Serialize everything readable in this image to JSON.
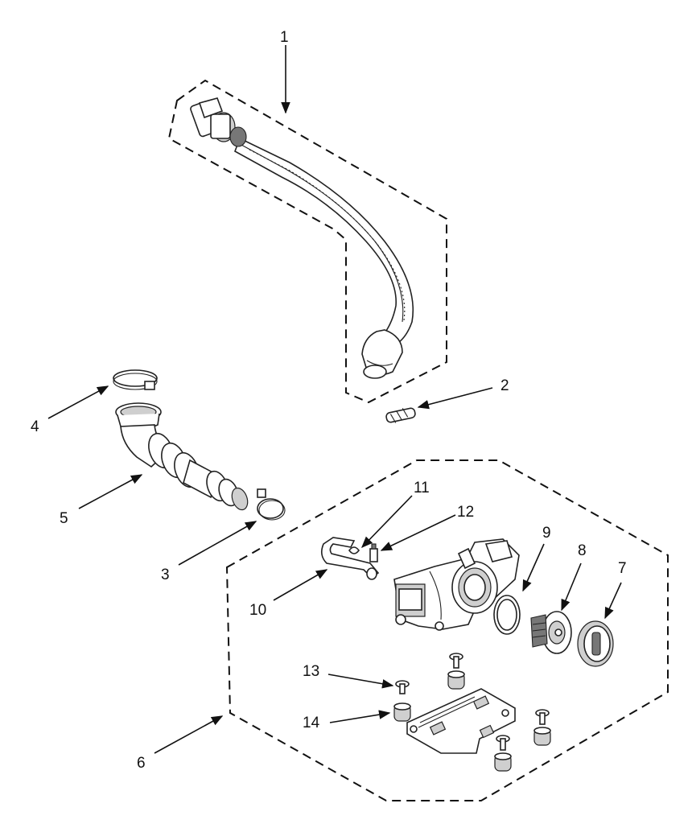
{
  "callouts": {
    "c1": "1",
    "c2": "2",
    "c3": "3",
    "c4": "4",
    "c5": "5",
    "c6": "6",
    "c7": "7",
    "c8": "8",
    "c9": "9",
    "c10": "10",
    "c11": "11",
    "c12": "12",
    "c13": "13",
    "c14": "14"
  },
  "colors": {
    "line": "#111111",
    "background": "#ffffff",
    "shade": "#cfcfcf"
  }
}
